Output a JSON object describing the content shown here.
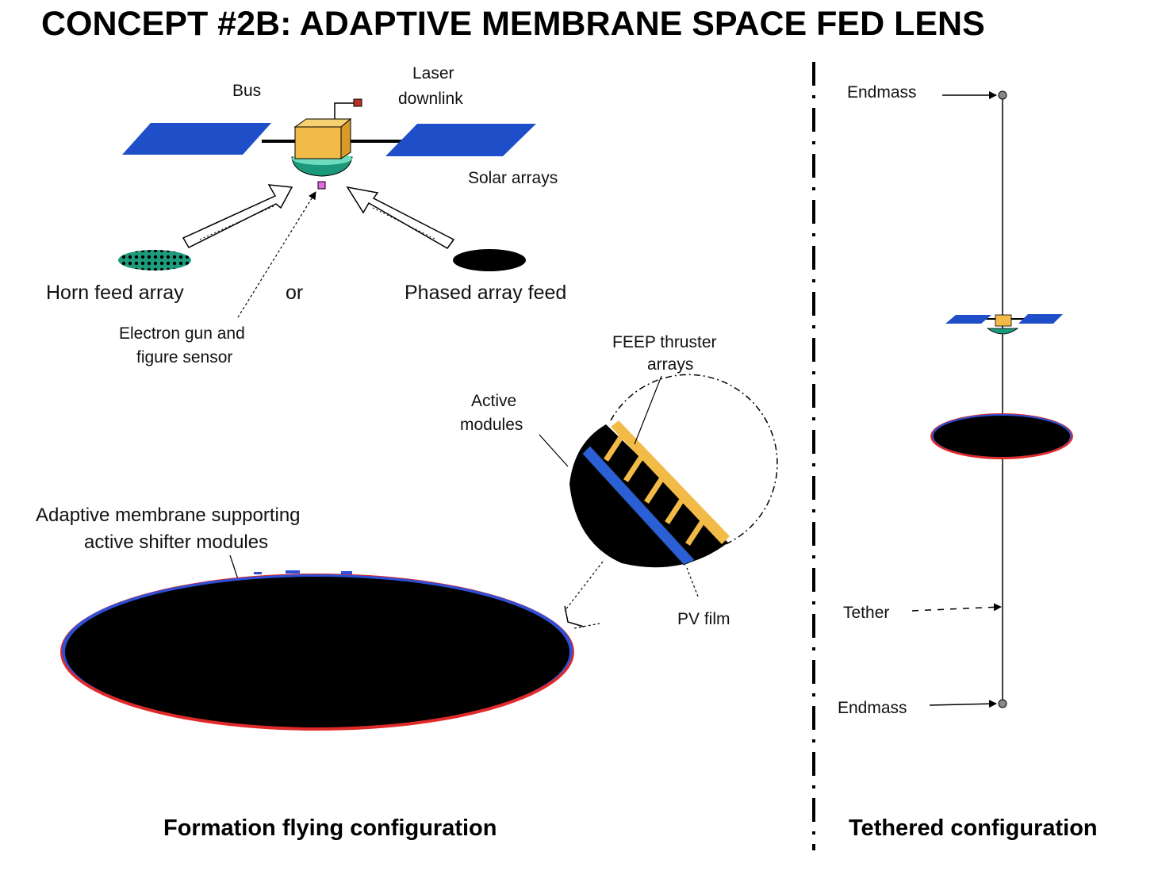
{
  "title": "CONCEPT #2B: ADAPTIVE MEMBRANE SPACE FED LENS",
  "colors": {
    "solar_panel": "#1f4fc8",
    "bus_body": "#f2bb48",
    "bus_base": "#1a9a7a",
    "membrane_edge_red": "#e02a2a",
    "membrane_edge_blue": "#2e4fd6",
    "feep_thruster": "#f2bb48",
    "pv_film": "#2a5fd6",
    "laser_box": "#b83222",
    "sensor_box": "#e46ae0",
    "horn_feed": "#25b08a"
  },
  "labels": {
    "bus": "Bus",
    "laser_line1": "Laser",
    "laser_line2": "downlink",
    "solar_arrays": "Solar arrays",
    "horn_feed_array": "Horn feed array",
    "or": "or",
    "phased_array_feed": "Phased array feed",
    "electron_gun_line1": "Electron gun and",
    "electron_gun_line2": "figure sensor",
    "feep_line1": "FEEP thruster",
    "feep_line2": "arrays",
    "active_line1": "Active",
    "active_line2": "modules",
    "membrane_line1": "Adaptive membrane supporting",
    "membrane_line2": "active shifter modules",
    "pv_film": "PV film",
    "endmass_top": "Endmass",
    "tether": "Tether",
    "endmass_bottom": "Endmass"
  },
  "captions": {
    "formation": "Formation flying configuration",
    "tethered": "Tethered configuration"
  }
}
